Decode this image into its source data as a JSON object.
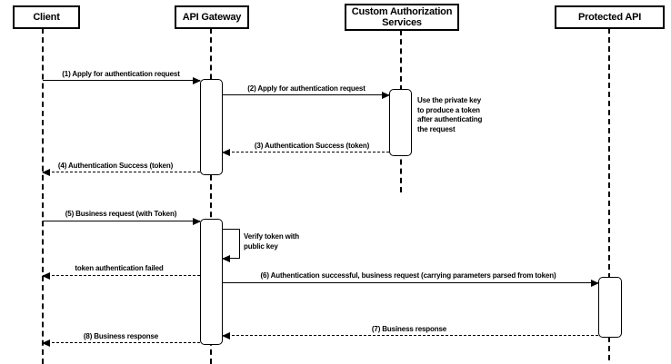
{
  "colors": {
    "line": "#000000",
    "fill": "#ffffff"
  },
  "diagram": {
    "type": "sequence-diagram",
    "participants": [
      {
        "label": "Client"
      },
      {
        "label": "API Gateway"
      },
      {
        "label": "Custom Authorization Services"
      },
      {
        "label": "Protected API"
      }
    ],
    "messages": [
      {
        "label": "(1) Apply for authentication request",
        "from": "Client",
        "to": "API Gateway",
        "line": "solid"
      },
      {
        "label": "(2) Apply for authentication request",
        "from": "API Gateway",
        "to": "Custom Authorization Services",
        "line": "solid"
      },
      {
        "label": "(3) Authentication Success (token)",
        "from": "Custom Authorization Services",
        "to": "API Gateway",
        "line": "dashed"
      },
      {
        "label": "(4) Authentication Success (token)",
        "from": "API Gateway",
        "to": "Client",
        "line": "dashed"
      },
      {
        "label": "(5) Business request (with Token)",
        "from": "Client",
        "to": "API Gateway",
        "line": "solid"
      },
      {
        "label": "token authentication failed",
        "from": "API Gateway",
        "to": "Client",
        "line": "dashed"
      },
      {
        "label": "(6) Authentication successful, business request (carrying parameters parsed from token)",
        "from": "API Gateway",
        "to": "Protected API",
        "line": "solid"
      },
      {
        "label": "(7) Business response",
        "from": "Protected API",
        "to": "API Gateway",
        "line": "dashed"
      },
      {
        "label": "(8) Business response",
        "from": "API Gateway",
        "to": "Client",
        "line": "dashed"
      }
    ],
    "self_message": {
      "label": "Verify token with public key",
      "on": "API Gateway"
    },
    "notes": [
      {
        "label": "Use the private key to produce a token after authenticating the request",
        "attached_to": "Custom Authorization Services"
      }
    ]
  }
}
